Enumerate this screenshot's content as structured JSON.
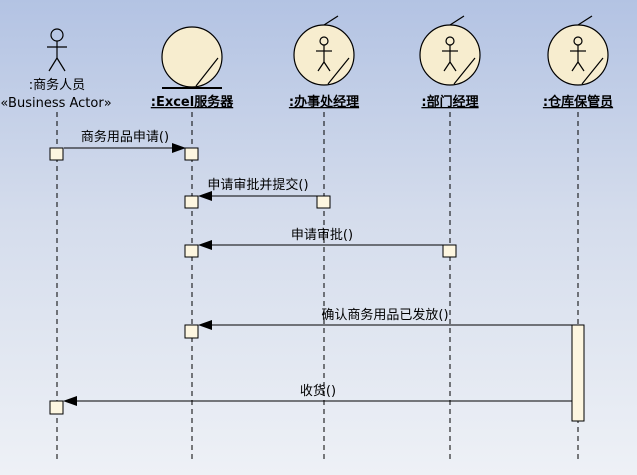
{
  "colors": {
    "background_top": "#b3c3e3",
    "background_bottom": "#eef1f6",
    "object_fill": "#f7edcf",
    "activation_fill": "#fdf6e0",
    "stroke": "#000000"
  },
  "participants": [
    {
      "kind": "actor",
      "icon": "stick-figure-icon",
      "name": ":商务人员",
      "stereotype": "«Business Actor»"
    },
    {
      "kind": "boundary",
      "icon": "boundary-object-icon",
      "name": ":Excel服务器"
    },
    {
      "kind": "control",
      "icon": "control-worker-icon",
      "name": ":办事处经理"
    },
    {
      "kind": "control",
      "icon": "control-worker-icon",
      "name": ":部门经理"
    },
    {
      "kind": "control",
      "icon": "control-worker-icon",
      "name": ":仓库保管员"
    }
  ],
  "messages": [
    {
      "from": 0,
      "to": 1,
      "label": "商务用品申请()"
    },
    {
      "from": 2,
      "to": 1,
      "label": "申请审批并提交()"
    },
    {
      "from": 3,
      "to": 1,
      "label": "申请审批()"
    },
    {
      "from": 4,
      "to": 1,
      "label": "确认商务用品已发放()"
    },
    {
      "from": 4,
      "to": 0,
      "label": "收货()"
    }
  ]
}
